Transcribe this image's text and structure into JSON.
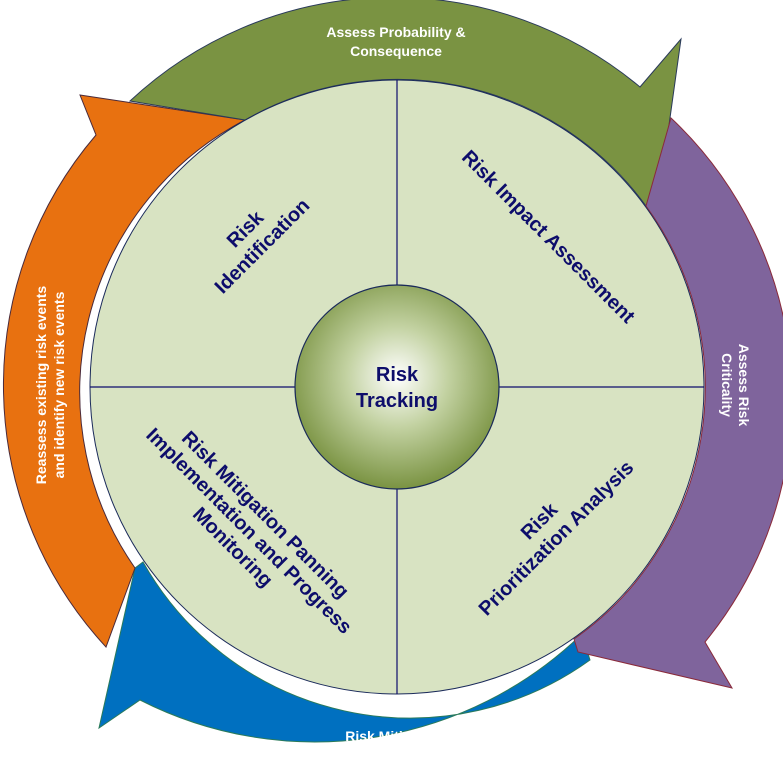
{
  "diagram": {
    "title": "Risk Management Cycle",
    "center": {
      "line1": "Risk",
      "line2": "Tracking",
      "color": "#7a9342"
    },
    "quadrants": [
      {
        "id": "identification",
        "line1": "Risk",
        "line2": "Identification"
      },
      {
        "id": "impact",
        "line1": "Risk Impact Assessment"
      },
      {
        "id": "prioritization",
        "line1": "Risk",
        "line2": "Prioritization Analysis"
      },
      {
        "id": "mitigation-planning",
        "line1": "Risk Mitigation Panning",
        "line2": "Implementation and Progress",
        "line3": "Monitoring"
      }
    ],
    "arrows": [
      {
        "id": "assess-probability",
        "line1": "Assess Probability &",
        "line2": "Consequence",
        "color": "#7a9342"
      },
      {
        "id": "assess-criticality",
        "line1": "Assess Risk",
        "line2": "Criticality",
        "color": "#7f649c"
      },
      {
        "id": "risk-mitigation",
        "line1": "Risk Mitigation",
        "color": "#0070c0"
      },
      {
        "id": "reassess",
        "line1": "Reassess existing risk events",
        "line2": "and identify new risk events",
        "color": "#e87110"
      }
    ],
    "inner_fill": "#d8e3c2",
    "text_color": "#0d0d6b"
  }
}
